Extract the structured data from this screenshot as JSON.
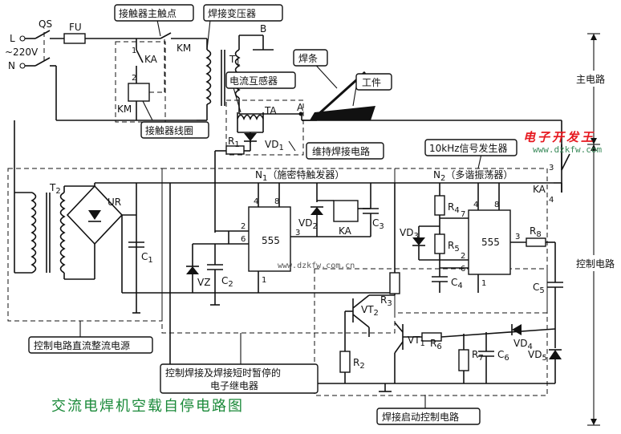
{
  "diagram": {
    "title": "交流电焊机空载自停电路图",
    "brand": "电子开发王",
    "brand_url": "www.dzkfw.com",
    "watermark_url": "www.dzkfw.com.cn",
    "callouts": {
      "contactor_main": "接触器主触点",
      "weld_transformer": "焊接变压器",
      "electrode": "焊条",
      "workpiece": "工件",
      "current_transformer": "电流互感器",
      "contactor_coil": "接触器线圈",
      "hold_circuit": "维持焊接电路",
      "signal_gen": "10kHz信号发生器",
      "dc_supply": "控制电路直流整流电源",
      "relay_line1": "控制焊接及焊接短时暂停的",
      "relay_line2": "电子继电器",
      "start_control": "焊接启动控制电路",
      "main_circuit": "主电路",
      "control_circuit": "控制电路"
    },
    "labels": {
      "L": "L",
      "N": "N",
      "voltage": "~220V",
      "QS": "QS",
      "FU": "FU",
      "KA_coil_contact": "KA",
      "KM_top": "KM",
      "KM_coil": "KM",
      "n1": "1",
      "n2": "2",
      "T1": "T",
      "T1_sub": "1",
      "B": "B",
      "A": "A",
      "TA": "TA",
      "R1": "R",
      "R1_sub": "1",
      "VD1": "VD",
      "VD1_sub": "1",
      "N1": "N",
      "N1_sub": "1",
      "N1_desc": "（施密特触发器）",
      "N2": "N",
      "N2_sub": "2",
      "N2_desc": "（多谐振荡器）",
      "T2": "T",
      "T2_sub": "2",
      "UR": "UR",
      "C1": "C",
      "C1_sub": "1",
      "chip1": "555",
      "chip2": "555",
      "VD2": "VD",
      "VD2_sub": "2",
      "KA_relay": "KA",
      "C3": "C",
      "C3_sub": "3",
      "VZ": "VZ",
      "C2": "C",
      "C2_sub": "2",
      "R4": "R",
      "R4_sub": "4",
      "R5": "R",
      "R5_sub": "5",
      "VD3": "VD",
      "VD3_sub": "3",
      "C4": "C",
      "C4_sub": "4",
      "R8": "R",
      "R8_sub": "8",
      "KA_right": "KA",
      "C5": "C",
      "C5_sub": "5",
      "VT2": "VT",
      "VT2_sub": "2",
      "R3": "R",
      "R3_sub": "3",
      "VT1": "VT",
      "VT1_sub": "1",
      "R6": "R",
      "R6_sub": "6",
      "R2": "R",
      "R2_sub": "2",
      "R7": "R",
      "R7_sub": "7",
      "C6": "C",
      "C6_sub": "6",
      "VD4": "VD",
      "VD4_sub": "4",
      "VD5": "VD",
      "VD5_sub": "5",
      "p4a": "4",
      "p8a": "8",
      "p2a": "2",
      "p6a": "6",
      "p3a": "3",
      "p1a": "1",
      "p4b": "4",
      "p8b": "8",
      "p7b": "7",
      "p2b": "2",
      "p6b": "6",
      "p3b": "3",
      "p1b": "1",
      "k3": "3",
      "k4": "4"
    }
  }
}
